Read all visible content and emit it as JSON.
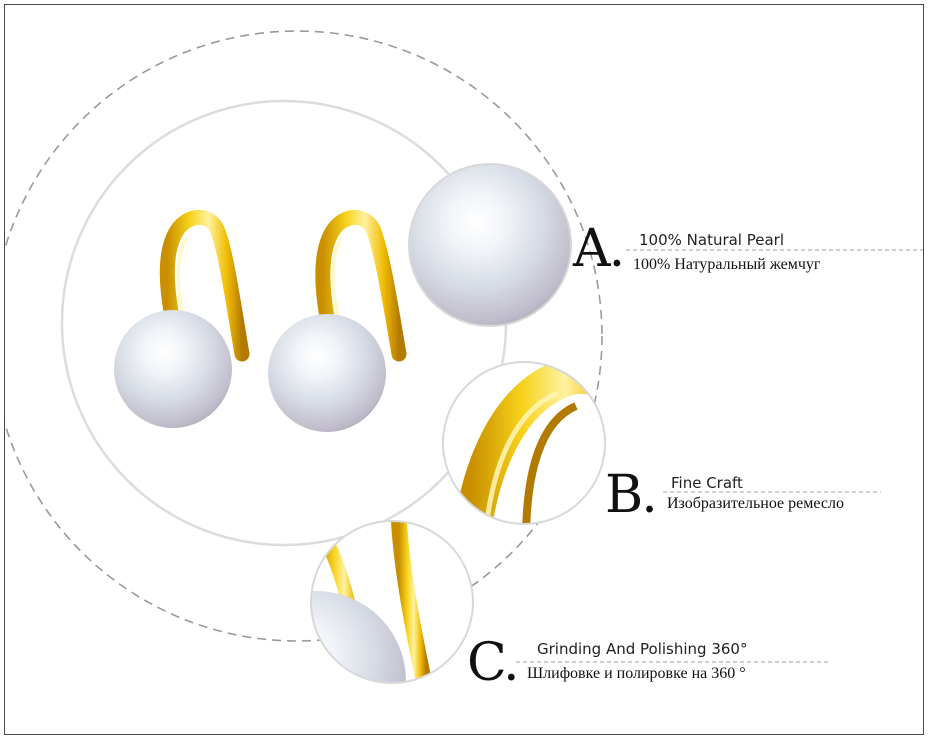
{
  "features": [
    {
      "letter": "A",
      "title_en": "100% Natural Pearl",
      "title_ru": "100% Натуральный жемчуг"
    },
    {
      "letter": "B",
      "title_en": "Fine Craft",
      "title_ru": "Изобразительное ремесло"
    },
    {
      "letter": "C",
      "title_en": "Grinding And Polishing 360°",
      "title_ru": "Шлифовке и полировке на 360 °"
    }
  ],
  "colors": {
    "gold": "#f2c200",
    "pearl": "#dfe2ea",
    "dashed_line": "#9a9a9a",
    "frame": "#4a4a4a"
  },
  "images": [
    "pearl-earrings-pair",
    "pearl-closeup",
    "hook-closeup",
    "hook-and-pearl-closeup"
  ]
}
